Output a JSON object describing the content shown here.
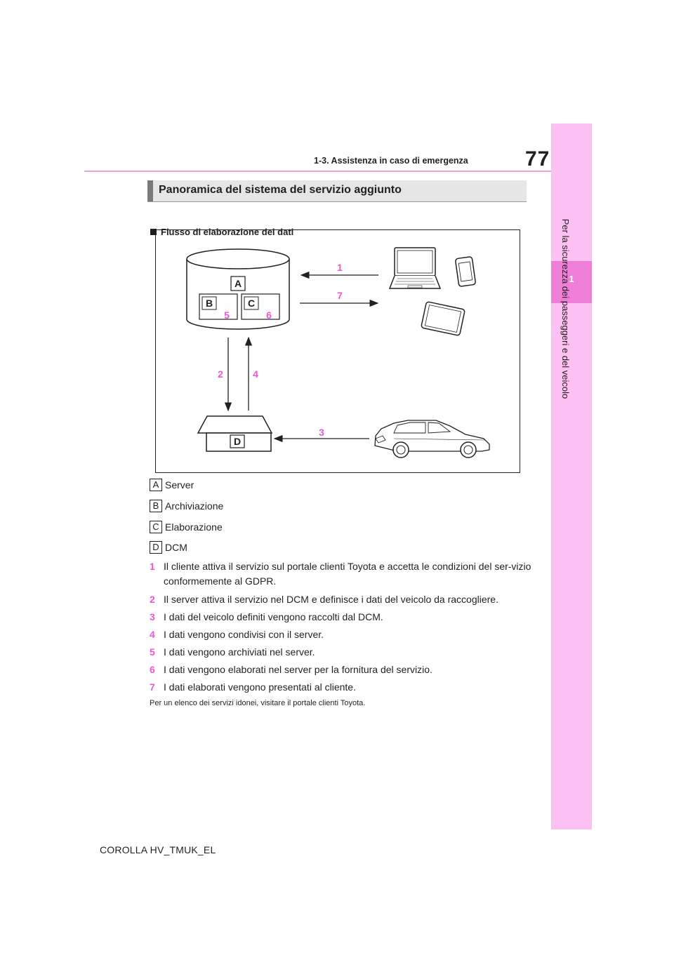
{
  "header": {
    "page_number": "77",
    "section_ref": "1-3. Assistenza in caso di emergenza"
  },
  "side_tab": {
    "number": "1",
    "label": "Per la sicurezza dei passeggeri e del veicolo"
  },
  "section": {
    "title": "Panoramica del sistema del servizio aggiunto",
    "subheading": "Flusso di elaborazione dei dati"
  },
  "figure": {
    "box_labels": {
      "a": "A",
      "b": "B",
      "c": "C",
      "d": "D"
    },
    "step_markers": [
      "1",
      "2",
      "3",
      "4",
      "5",
      "6",
      "7"
    ]
  },
  "legend": [
    {
      "badge": "A",
      "label": "Server"
    },
    {
      "badge": "B",
      "label": "Archiviazione"
    },
    {
      "badge": "C",
      "label": "Elaborazione"
    },
    {
      "badge": "D",
      "label": "DCM"
    }
  ],
  "steps": [
    {
      "num": "1",
      "text": "Il cliente attiva il servizio sul portale clienti Toyota e accetta le condizioni del ser-vizio conformemente al GDPR."
    },
    {
      "num": "2",
      "text": "Il server attiva il servizio nel DCM e definisce i dati del veicolo da raccogliere."
    },
    {
      "num": "3",
      "text": "I dati del veicolo definiti vengono raccolti dal DCM."
    },
    {
      "num": "4",
      "text": "I dati vengono condivisi con il server."
    },
    {
      "num": "5",
      "text": "I dati vengono archiviati nel server."
    },
    {
      "num": "6",
      "text": "I dati vengono elaborati nel server per la fornitura del servizio."
    },
    {
      "num": "7",
      "text": "I dati elaborati vengono presentati al cliente."
    }
  ],
  "note": "Per un elenco dei servizi idonei, visitare il portale clienti Toyota.",
  "footer": "COROLLA HV_TMUK_EL",
  "colors": {
    "accent_pink": "#ef56cf",
    "side_band": "#fcc0f2",
    "side_active": "#ef7ed9"
  }
}
